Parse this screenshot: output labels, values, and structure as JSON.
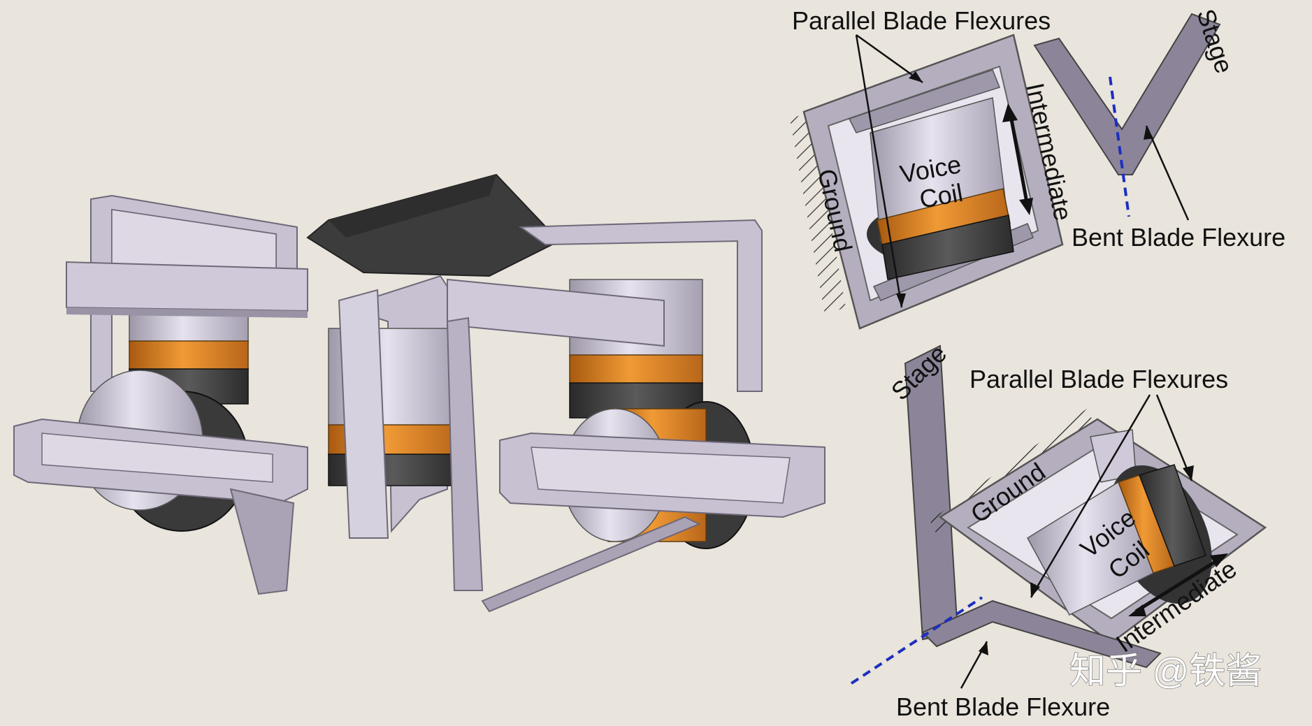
{
  "labels": {
    "top_parallel": "Parallel Blade Flexures",
    "top_stage": "Stage",
    "top_ground": "Ground",
    "top_voice": "Voice",
    "top_coil": "Coil",
    "top_intermediate": "Intermediate",
    "top_bent": "Bent Blade Flexure",
    "bottom_stage": "Stage",
    "bottom_parallel": "Parallel Blade Flexures",
    "bottom_ground": "Ground",
    "bottom_voice": "Voice",
    "bottom_coil": "Coil",
    "bottom_intermediate": "Intermediate",
    "bottom_bent": "Bent Blade Flexure"
  },
  "watermark": "知乎 @铁酱",
  "colors": {
    "background": "#e9e4dc",
    "frame": "#c7c1d1",
    "frame_dark": "#8f889a",
    "coil_orange": "#d9821e",
    "magnet_dark": "#3b3b3b",
    "axis_blue": "#1c2fbf"
  }
}
